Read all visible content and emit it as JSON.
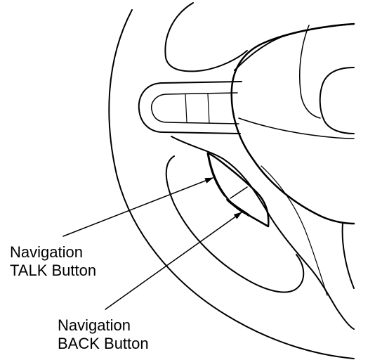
{
  "labels": {
    "talk": {
      "line1": "Navigation",
      "line2": "TALK Button"
    },
    "back": {
      "line1": "Navigation",
      "line2": "BACK Button"
    }
  },
  "colors": {
    "ink": "#000000",
    "background": "#ffffff"
  }
}
